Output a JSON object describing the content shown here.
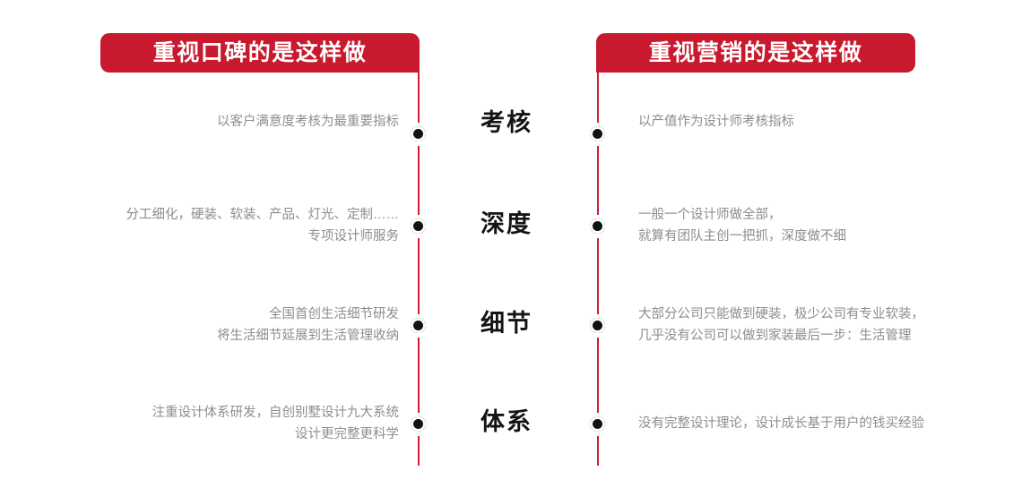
{
  "headers": {
    "left": "重视口碑的是这样做",
    "right": "重视营销的是这样做"
  },
  "colors": {
    "banner_red": "#c8192e",
    "rail_red": "#cc1f33",
    "side_text_gray": "#8d8d8d",
    "center_label_black": "#141414",
    "background": "#ffffff"
  },
  "rows": [
    {
      "category": "考核",
      "left_lines": [
        "以客户满意度考核为最重要指标"
      ],
      "right_lines": [
        "以产值作为设计师考核指标"
      ]
    },
    {
      "category": "深度",
      "left_lines": [
        "分工细化，硬装、软装、产品、灯光、定制……",
        "专项设计师服务"
      ],
      "right_lines": [
        "一般一个设计师做全部，",
        "就算有团队主创一把抓，深度做不细"
      ]
    },
    {
      "category": "细节",
      "left_lines": [
        "全国首创生活细节研发",
        "将生活细节延展到生活管理收纳"
      ],
      "right_lines": [
        "大部分公司只能做到硬装，极少公司有专业软装，",
        "几乎没有公司可以做到家装最后一步：生活管理"
      ]
    },
    {
      "category": "体系",
      "left_lines": [
        "注重设计体系研发，自创别墅设计九大系统",
        "设计更完整更科学"
      ],
      "right_lines": [
        "没有完整设计理论，设计成长基于用户的钱买经验"
      ]
    }
  ]
}
